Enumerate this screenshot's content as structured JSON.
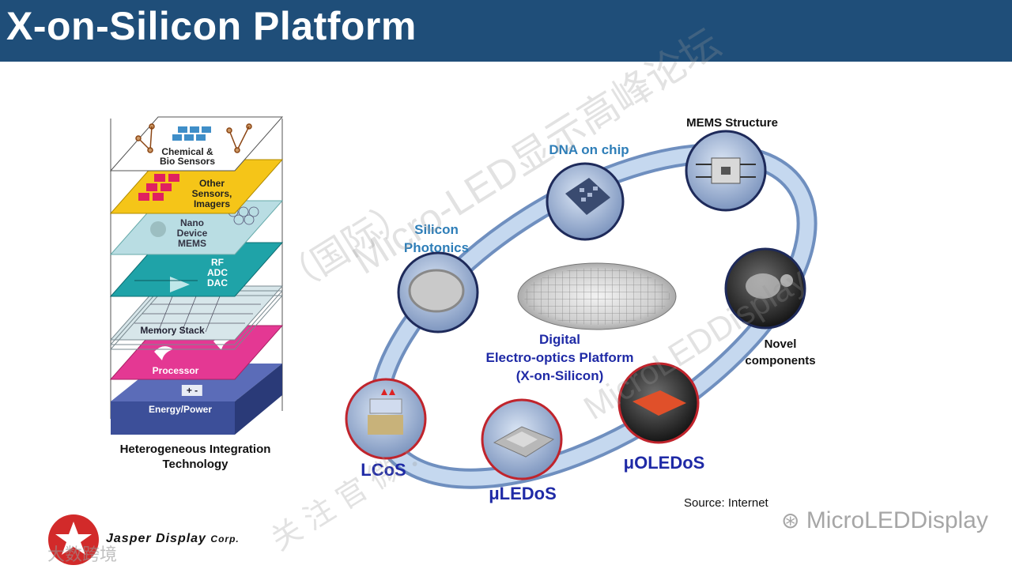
{
  "title": "X-on-Silicon Platform",
  "stack": {
    "layers": [
      {
        "name": "chemical",
        "label_lines": [
          "Chemical &",
          "Bio Sensors"
        ],
        "color": "#ffffff"
      },
      {
        "name": "sensors",
        "label_lines": [
          "Other",
          "Sensors,",
          "Imagers"
        ],
        "color": "#f5c518"
      },
      {
        "name": "nano",
        "label_lines": [
          "Nano",
          "Device",
          "MEMS"
        ],
        "color": "#b9dde3"
      },
      {
        "name": "rf",
        "label_lines": [
          "RF",
          "ADC",
          "DAC"
        ],
        "color": "#1fa3a8"
      },
      {
        "name": "memory",
        "label_lines": [
          "Memory Stack"
        ],
        "color": "#d7e6ea"
      },
      {
        "name": "processor",
        "label_lines": [
          "Processor"
        ],
        "color": "#e43893"
      },
      {
        "name": "energy",
        "label_lines": [
          "+ -",
          "Energy/Power"
        ],
        "color": "#3c4f99"
      }
    ],
    "caption_line1": "Heterogeneous Integration",
    "caption_line2": "Technology"
  },
  "ring": {
    "dna": "DNA on chip",
    "mems": "MEMS Structure",
    "silicon_1": "Silicon",
    "silicon_2": "Photonics",
    "novel_1": "Novel",
    "novel_2": "components",
    "center_1": "Digital",
    "center_2": "Electro-optics Platform",
    "center_3": "(X-on-Silicon)",
    "lcos": "LCoS",
    "uledos": "μLEDoS",
    "uoledos": "μOLEDoS"
  },
  "source": "Source: Internet",
  "logo": {
    "company": "Jasper Display",
    "suffix": "Corp."
  },
  "watermarks": {
    "diag1": "Micro-LED显示高峰论坛",
    "diag2": "（国际）",
    "right": "MicroLEDDisplay",
    "follow": "关 注 官 微 ：",
    "bottom_left": "大数跨境",
    "wechat": "MicroLEDDisplay"
  },
  "colors": {
    "title_bar": "#1f4e79",
    "ring": "#a9c4e4",
    "circle_red": "#c0242c",
    "circle_navy": "#1e2a5a"
  }
}
